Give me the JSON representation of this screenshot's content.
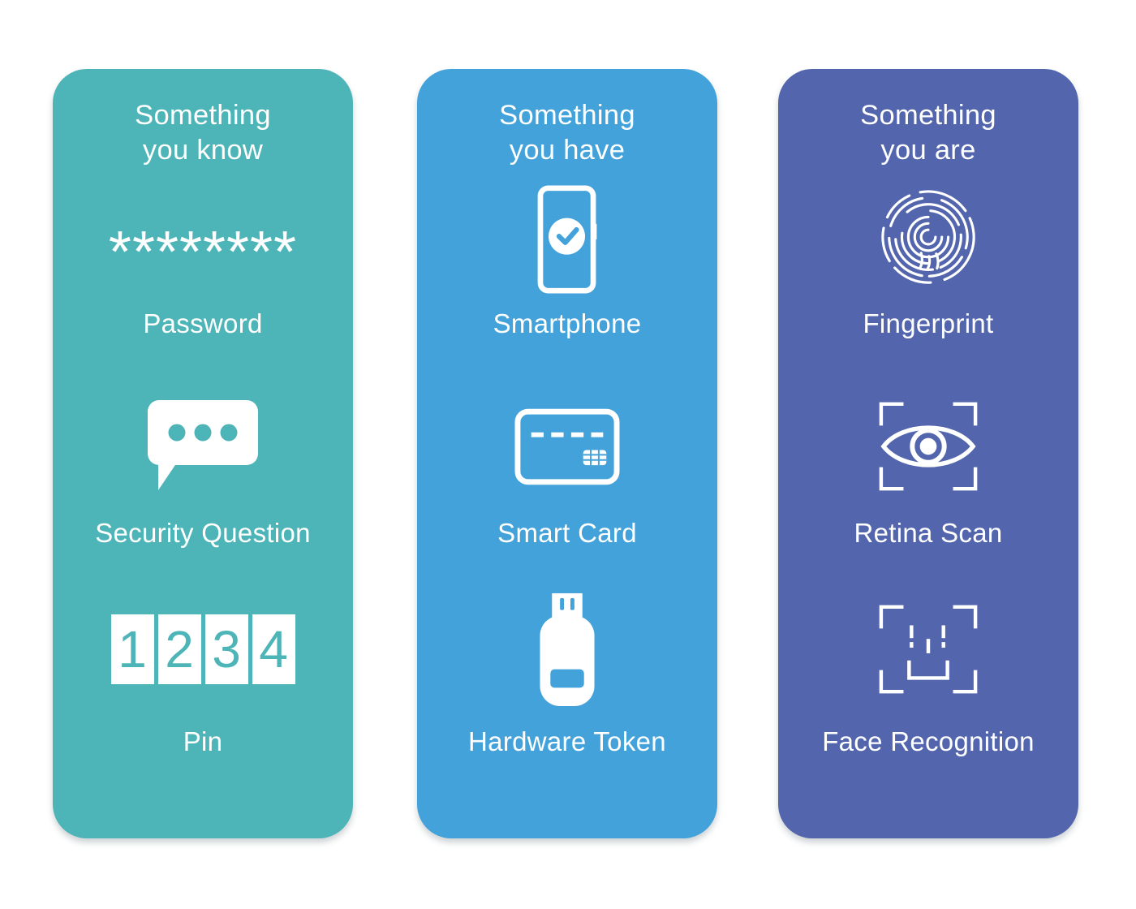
{
  "cards": [
    {
      "title_line1": "Something",
      "title_line2": "you know",
      "color": "#4DB5B7",
      "items": [
        {
          "icon": "password-asterisks-icon",
          "asterisks": "********",
          "label": "Password"
        },
        {
          "icon": "speech-bubble-icon",
          "label": "Security Question"
        },
        {
          "icon": "pin-keypad-icon",
          "digits": [
            "1",
            "2",
            "3",
            "4"
          ],
          "label": "Pin"
        }
      ]
    },
    {
      "title_line1": "Something",
      "title_line2": "you have",
      "color": "#43A2DA",
      "items": [
        {
          "icon": "smartphone-icon",
          "label": "Smartphone"
        },
        {
          "icon": "smart-card-icon",
          "label": "Smart Card"
        },
        {
          "icon": "hardware-token-icon",
          "label": "Hardware Token"
        }
      ]
    },
    {
      "title_line1": "Something",
      "title_line2": "you are",
      "color": "#5366AD",
      "items": [
        {
          "icon": "fingerprint-icon",
          "label": "Fingerprint"
        },
        {
          "icon": "retina-scan-icon",
          "label": "Retina Scan"
        },
        {
          "icon": "face-recognition-icon",
          "label": "Face Recognition"
        }
      ]
    }
  ]
}
